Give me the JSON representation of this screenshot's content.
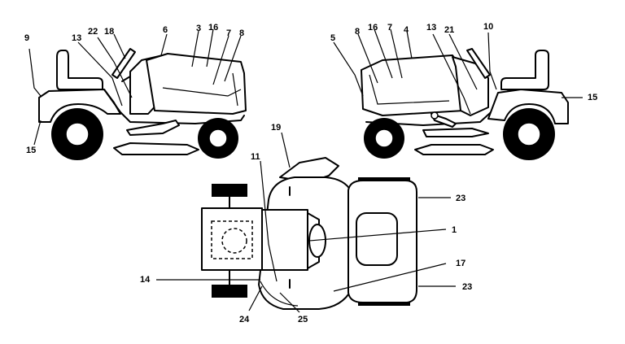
{
  "callouts": {
    "left_view": {
      "c9": "9",
      "c13": "13",
      "c22": "22",
      "c18": "18",
      "c6": "6",
      "c3": "3",
      "c16": "16",
      "c7": "7",
      "c8": "8",
      "c15": "15"
    },
    "right_view": {
      "c5": "5",
      "c8": "8",
      "c16": "16",
      "c7": "7",
      "c4": "4",
      "c13": "13",
      "c21": "21",
      "c10": "10",
      "c15": "15"
    },
    "top_view": {
      "c19": "19",
      "c11": "11",
      "c23a": "23",
      "c1": "1",
      "c17": "17",
      "c14": "14",
      "c23b": "23",
      "c24": "24",
      "c25": "25"
    }
  }
}
